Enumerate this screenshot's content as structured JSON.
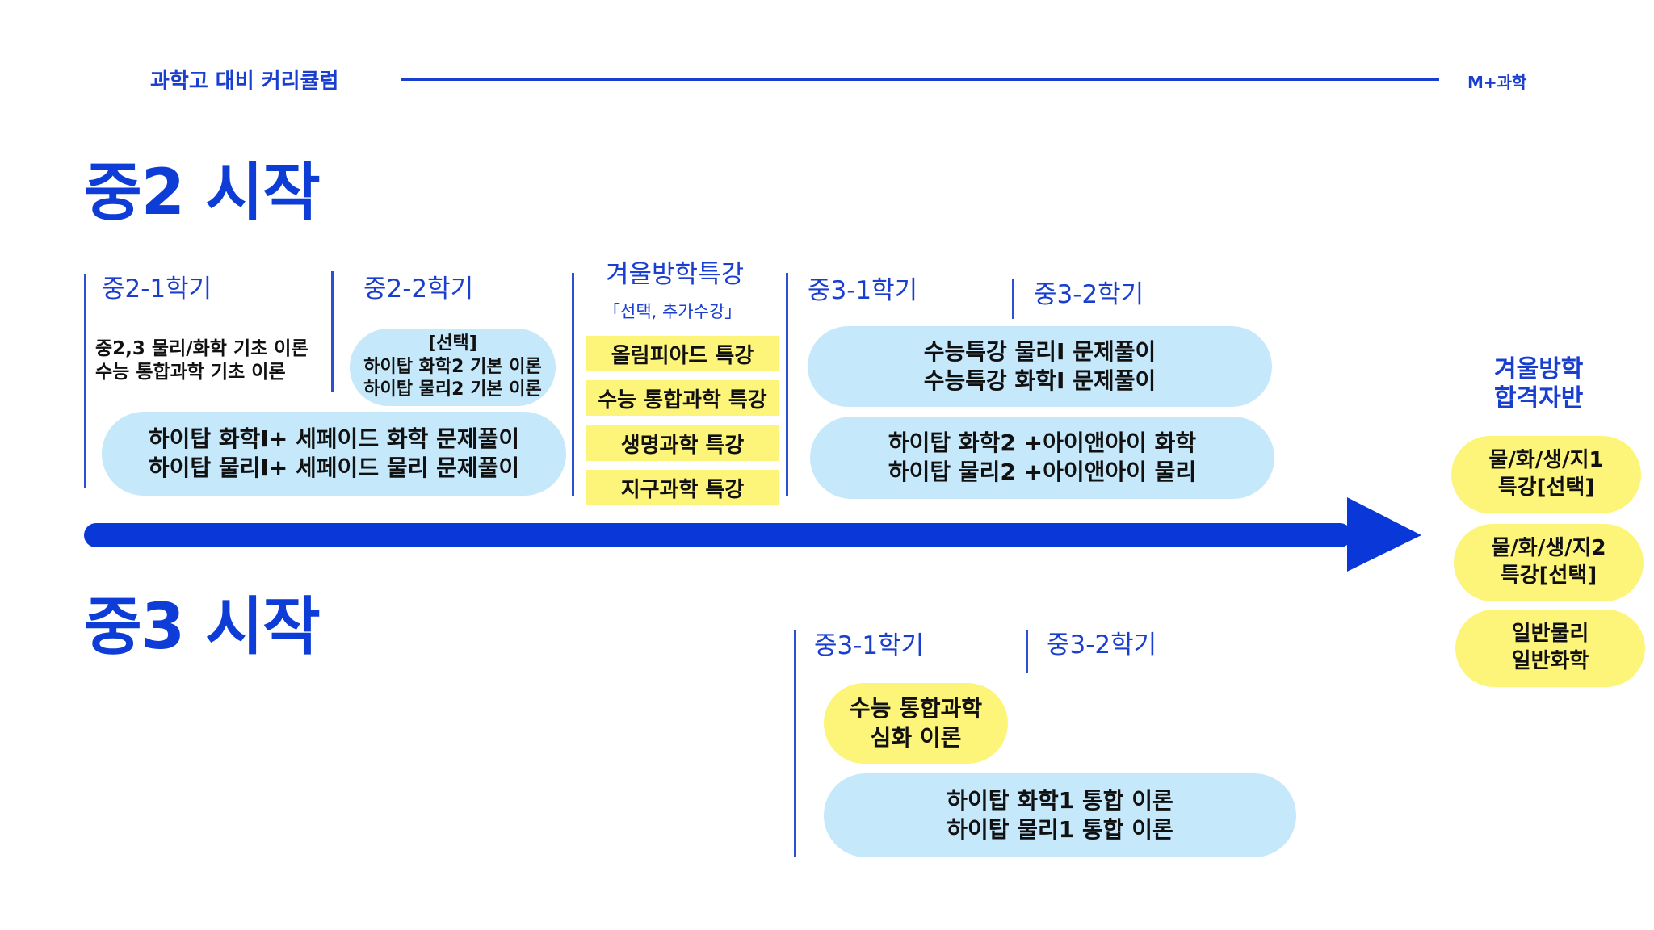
{
  "header": {
    "title": "과학고 대비 커리큘럼",
    "brand": "M+과학"
  },
  "colors": {
    "primary_blue": "#1a3fcf",
    "arrow_blue": "#0a37d8",
    "light_blue": "#c5e8fb",
    "yellow": "#fdf57a"
  },
  "section1": {
    "title": "중2 시작",
    "semesters": [
      "중2-1학기",
      "중2-2학기",
      "겨울방학특강",
      "중3-1학기",
      "중3-2학기"
    ],
    "winter_sub": "「선택, 추가수강」",
    "basic_text": [
      "중2,3 물리/화학 기초 이론",
      "수능 통합과학 기초 이론"
    ],
    "elective": [
      "[선택]",
      "하이탑 화학2 기본 이론",
      "하이탑 물리2 기본 이론"
    ],
    "main_pill": [
      "하이탑 화학Ⅰ+ 세페이드 화학 문제풀이",
      "하이탑 물리Ⅰ+ 세페이드 물리 문제풀이"
    ],
    "winter_items": [
      "올림피아드 특강",
      "수능 통합과학 특강",
      "생명과학 특강",
      "지구과학 특강"
    ],
    "suneung_pill": [
      "수능특강 물리Ⅰ 문제풀이",
      "수능특강 화학Ⅰ 문제풀이"
    ],
    "hitop2_pill": [
      "하이탑 화학2 +아이앤아이 화학",
      "하이탑 물리2 +아이앤아이 물리"
    ]
  },
  "final": {
    "title": [
      "겨울방학",
      "합격자반"
    ],
    "items": [
      [
        "물/화/생/지1",
        "특강[선택]"
      ],
      [
        "물/화/생/지2",
        "특강[선택]"
      ],
      [
        "일반물리",
        "일반화학"
      ]
    ]
  },
  "section2": {
    "title": "중3 시작",
    "semesters": [
      "중3-1학기",
      "중3-2학기"
    ],
    "suneung_deep": [
      "수능 통합과학",
      "심화 이론"
    ],
    "hitop1_pill": [
      "하이탑 화학1 통합 이론",
      "하이탑 물리1 통합 이론"
    ]
  }
}
